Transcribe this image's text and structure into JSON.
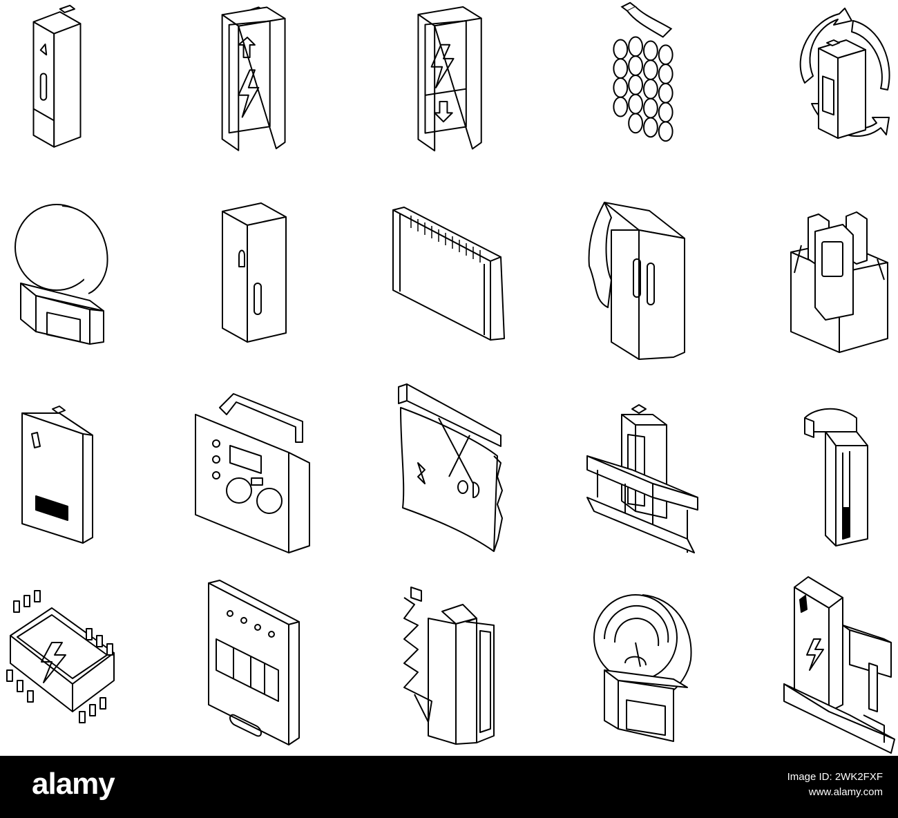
{
  "colors": {
    "background": "#ffffff",
    "stroke": "#000000",
    "footer": "#000000",
    "footer_text": "#ffffff"
  },
  "icons": [
    "tall-battery-icon",
    "charging-battery-icon",
    "discharging-battery-icon",
    "cell-pack-icon",
    "recycling-battery-icon",
    "round-battery-icon",
    "battery-cell-icon",
    "battery-module-icon",
    "pouch-battery-icon",
    "battery-modules-icon",
    "flat-battery-icon",
    "power-station-icon",
    "flexible-battery-icon",
    "battery-on-stand-icon",
    "slim-battery-icon",
    "battery-chip-icon",
    "battery-box-icon",
    "cell-stack-icon",
    "battery-gauge-icon",
    "charger-dock-icon"
  ],
  "footer": {
    "brand": "alamy",
    "image_id": "Image ID: 2WK2FXF",
    "site": "www.alamy.com"
  }
}
